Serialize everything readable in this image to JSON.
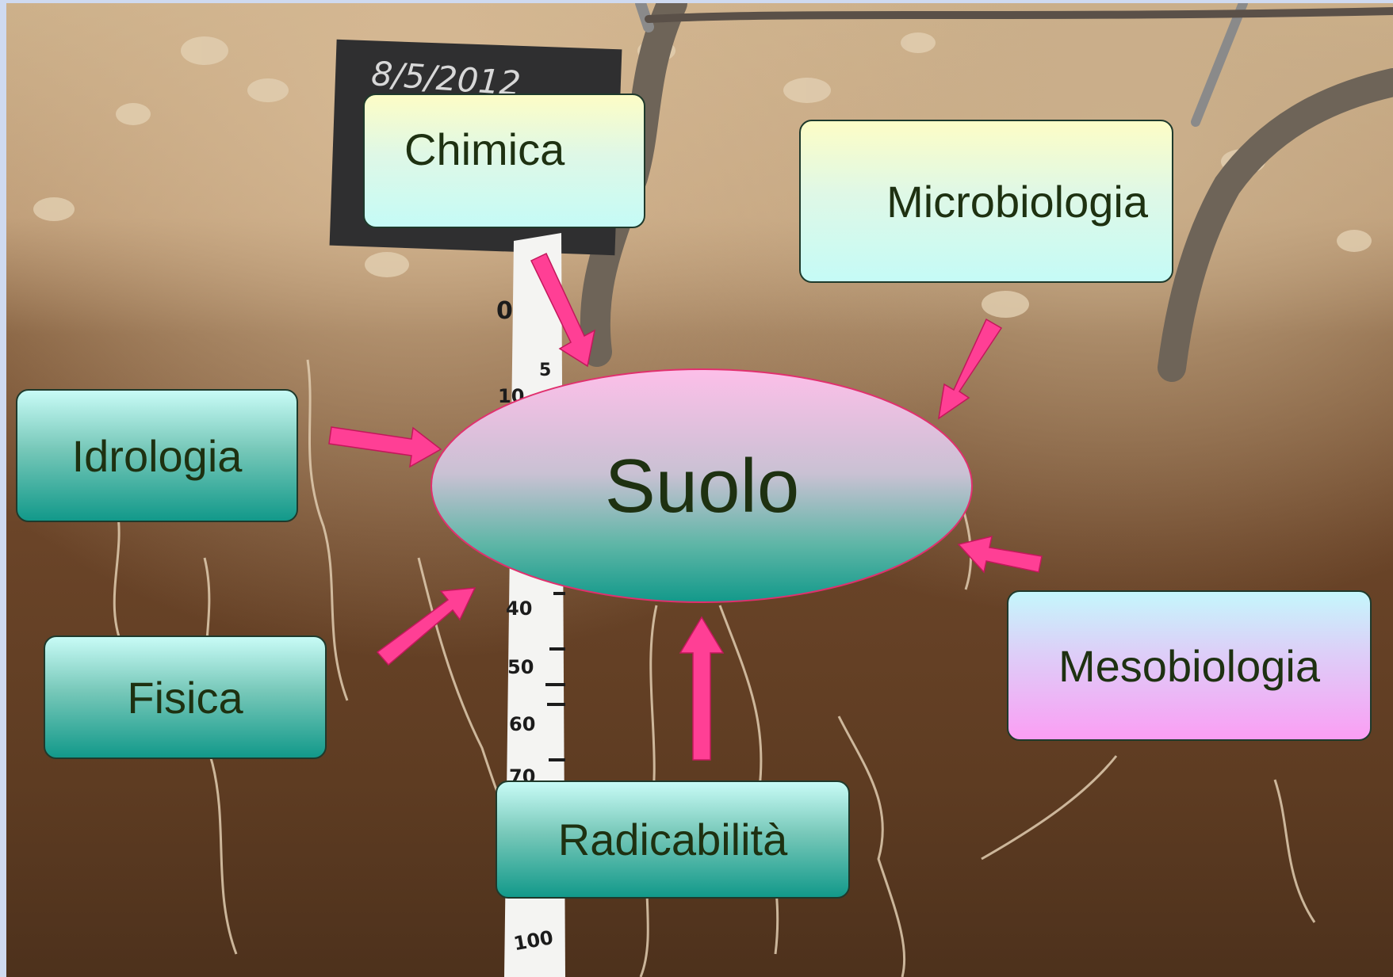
{
  "center": {
    "label": "Suolo"
  },
  "sign": {
    "date": "8/5/2012"
  },
  "ruler": {
    "ticks": [
      "0",
      "5",
      "10",
      "40",
      "50",
      "60",
      "70",
      "100"
    ]
  },
  "factors": [
    {
      "label": "Chimica"
    },
    {
      "label": "Microbiologia"
    },
    {
      "label": "Idrologia"
    },
    {
      "label": "Fisica"
    },
    {
      "label": "Mesobiologia"
    },
    {
      "label": "Radicabilità"
    }
  ],
  "colors": {
    "arrow": "#ff3f95",
    "text": "#1e3111",
    "ellipse_top": "#fdbfe9",
    "ellipse_bottom": "#12998a"
  }
}
